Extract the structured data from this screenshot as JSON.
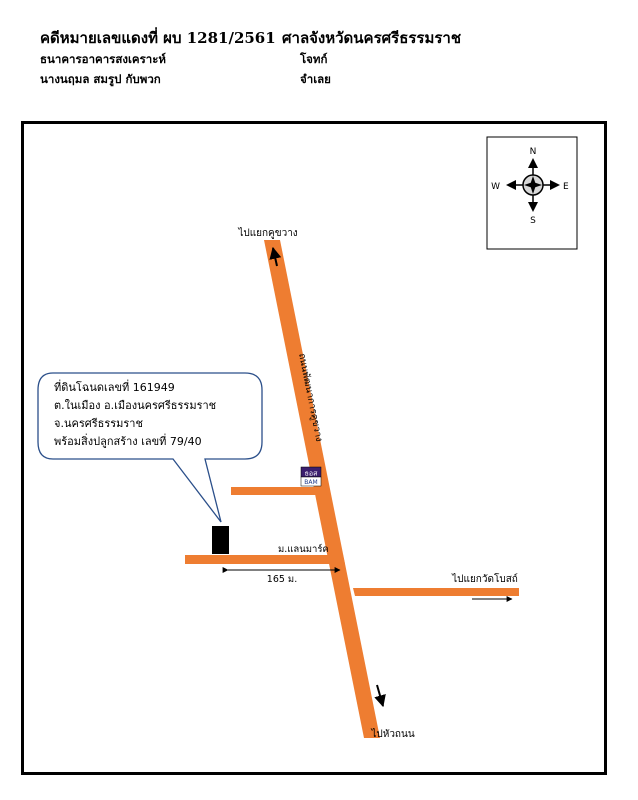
{
  "header": {
    "case_title": "คดีหมายเลขแดงที่ ผบ 1281/2561",
    "court": "ศาลจังหวัดนครศรีธรรมราช",
    "plaintiff_name": "ธนาคารอาคารสงเคราะห์",
    "plaintiff_role": "โจทก์",
    "defendant_name": "นางนฤมล สมรูป กับพวก",
    "defendant_role": "จำเลย"
  },
  "compass": {
    "north": "N",
    "south": "S",
    "east": "E",
    "west": "W"
  },
  "map": {
    "road_color": "#ee7d31",
    "label_to_khukhwang": "ไปแยกคูขวาง",
    "main_road_name": "ถนนพัฒนาการคูขวาง",
    "label_to_watphos": "ไปแยกวัดโบสถ์",
    "label_to_huathanon": "ไปหัวถนน",
    "side_road_name": "ม.แลนมาร์ค",
    "distance_label": "165 ม.",
    "bank_sign_top": "ธอส",
    "bank_sign_bottom": "BAM",
    "callout_lines": [
      "ที่ดินโฉนดเลขที่ 161949",
      "ต.ในเมือง อ.เมืองนครศรีธรรมราช",
      "จ.นครศรีธรรมราช",
      "พร้อมสิ่งปลูกสร้าง เลขที่ 79/40"
    ]
  }
}
